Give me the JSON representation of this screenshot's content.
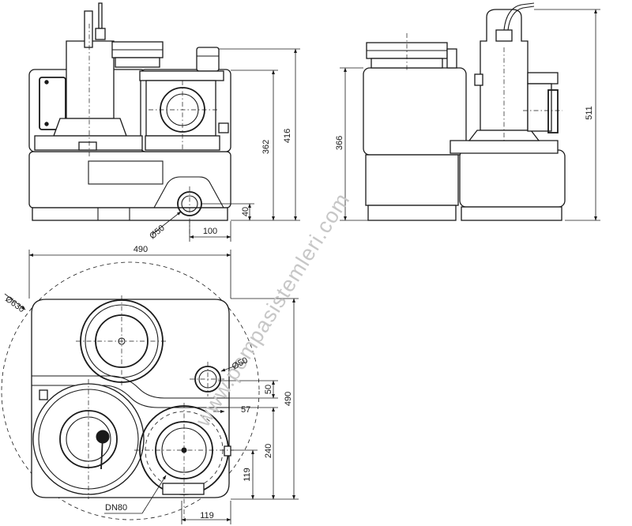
{
  "dimensions": {
    "front_height_total": "416",
    "front_height_body": "362",
    "front_inlet_height": "40",
    "front_inlet_offset": "100",
    "front_inlet_diameter": "Ø50",
    "side_height_body": "366",
    "side_height_total": "511",
    "plan_width": "490",
    "plan_depth": "490",
    "plan_diameter": "Ø630",
    "plan_vent_diameter": "Ø50",
    "plan_offset_50": "50",
    "plan_offset_57": "57",
    "plan_offset_240": "240",
    "plan_offset_119_vertical": "119",
    "plan_offset_119_horizontal": "119",
    "plan_outlet": "DN80"
  },
  "watermark": "www.pompasistemleri.com"
}
